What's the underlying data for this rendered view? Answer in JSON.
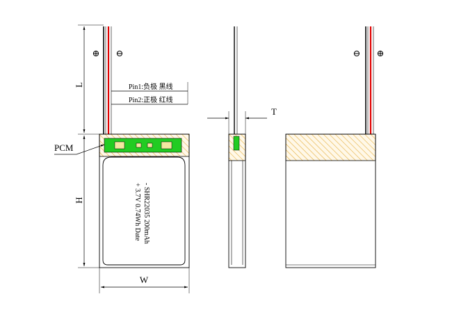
{
  "dimensions": {
    "length": "L",
    "height": "H",
    "width": "W",
    "thickness": "T",
    "pcm": "PCM"
  },
  "wires": {
    "pin1": "Pin1:负极 黑线",
    "pin2": "Pin2:正极 红线",
    "plus_symbol": "⊕",
    "minus_symbol": "⊖"
  },
  "label": {
    "line1": "- SHR22035 200mAh",
    "line2": "+ 3.7V 0.74Wh Date"
  },
  "colors": {
    "red_wire": "#e00000",
    "black_wire": "#000000",
    "pcm_green": "#22cc22",
    "hatch": "#e6b040"
  }
}
